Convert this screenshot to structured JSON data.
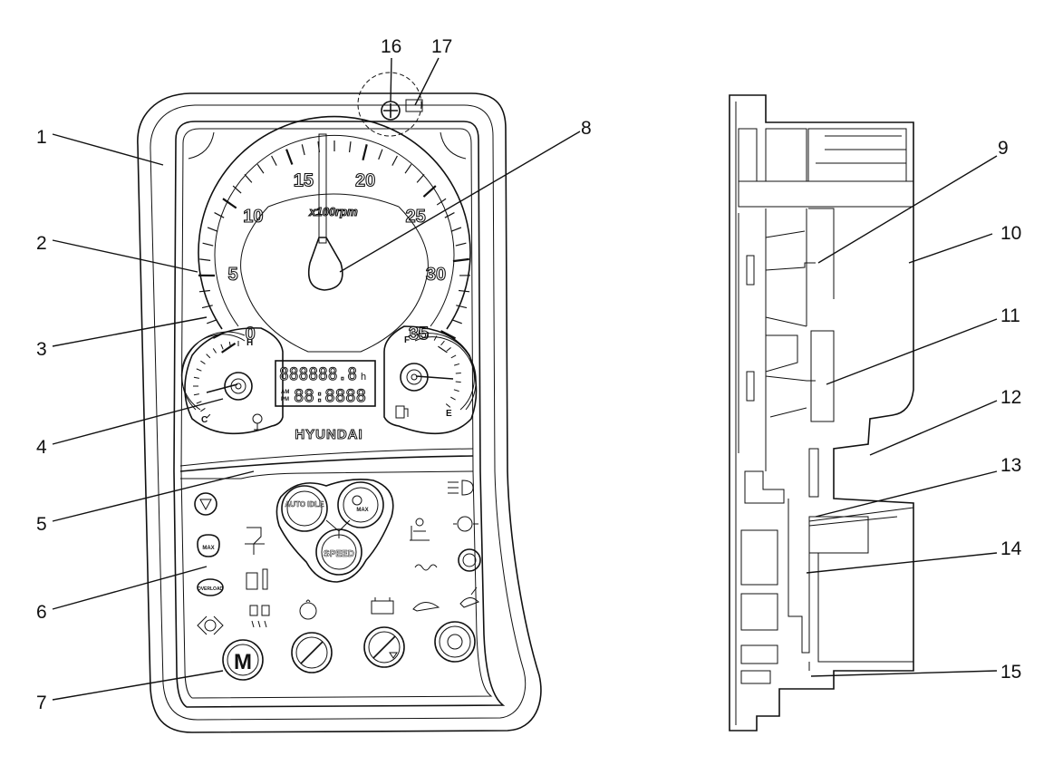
{
  "diagram": {
    "callouts": [
      {
        "id": "c1",
        "label": "1"
      },
      {
        "id": "c2",
        "label": "2"
      },
      {
        "id": "c3",
        "label": "3"
      },
      {
        "id": "c4",
        "label": "4"
      },
      {
        "id": "c5",
        "label": "5"
      },
      {
        "id": "c6",
        "label": "6"
      },
      {
        "id": "c7",
        "label": "7"
      },
      {
        "id": "c8",
        "label": "8"
      },
      {
        "id": "c9",
        "label": "9"
      },
      {
        "id": "c10",
        "label": "10"
      },
      {
        "id": "c11",
        "label": "11"
      },
      {
        "id": "c12",
        "label": "12"
      },
      {
        "id": "c13",
        "label": "13"
      },
      {
        "id": "c14",
        "label": "14"
      },
      {
        "id": "c15",
        "label": "15"
      },
      {
        "id": "c16",
        "label": "16"
      },
      {
        "id": "c17",
        "label": "17"
      }
    ],
    "tachometer": {
      "scale_labels": [
        "0",
        "5",
        "10",
        "15",
        "20",
        "25",
        "30",
        "35"
      ],
      "unit_label": "x100rpm"
    },
    "gauges": {
      "temp_high": "H",
      "temp_low": "C",
      "fuel_full": "F",
      "fuel_empty": "E"
    },
    "lcd": {
      "line1": "888888.8",
      "line1_unit": "h",
      "am": "AM",
      "pm": "PM",
      "line2": "88:8888"
    },
    "brand": "HYUNDAI",
    "buttons": {
      "auto_idle": "AUTO IDLE",
      "max": "MAX",
      "speed": "SPEED",
      "mode": "M",
      "overload": "OVERLOAD",
      "max_warn": "MAX"
    }
  }
}
